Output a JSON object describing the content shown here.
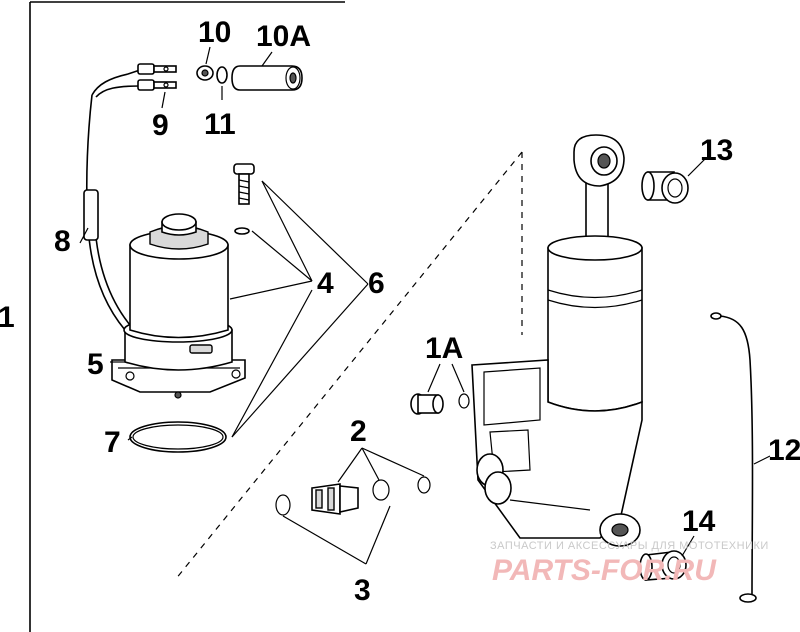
{
  "callouts": {
    "c1": "1",
    "c1a": "1A",
    "c2": "2",
    "c3": "3",
    "c4": "4",
    "c5": "5",
    "c6": "6",
    "c7": "7",
    "c8": "8",
    "c9": "9",
    "c10": "10",
    "c10a": "10A",
    "c11": "11",
    "c12": "12",
    "c13": "13",
    "c14": "14"
  },
  "watermark": {
    "line1": "ЗАПЧАСТИ И АКСЕССУАРЫ ДЛЯ МОТОТЕХНИКИ",
    "line2": "PARTS-FOR.RU"
  },
  "colors": {
    "line": "#000000",
    "background": "#ffffff",
    "watermark_text": "#c9c9c9",
    "watermark_logo": "#f2b8b8"
  }
}
